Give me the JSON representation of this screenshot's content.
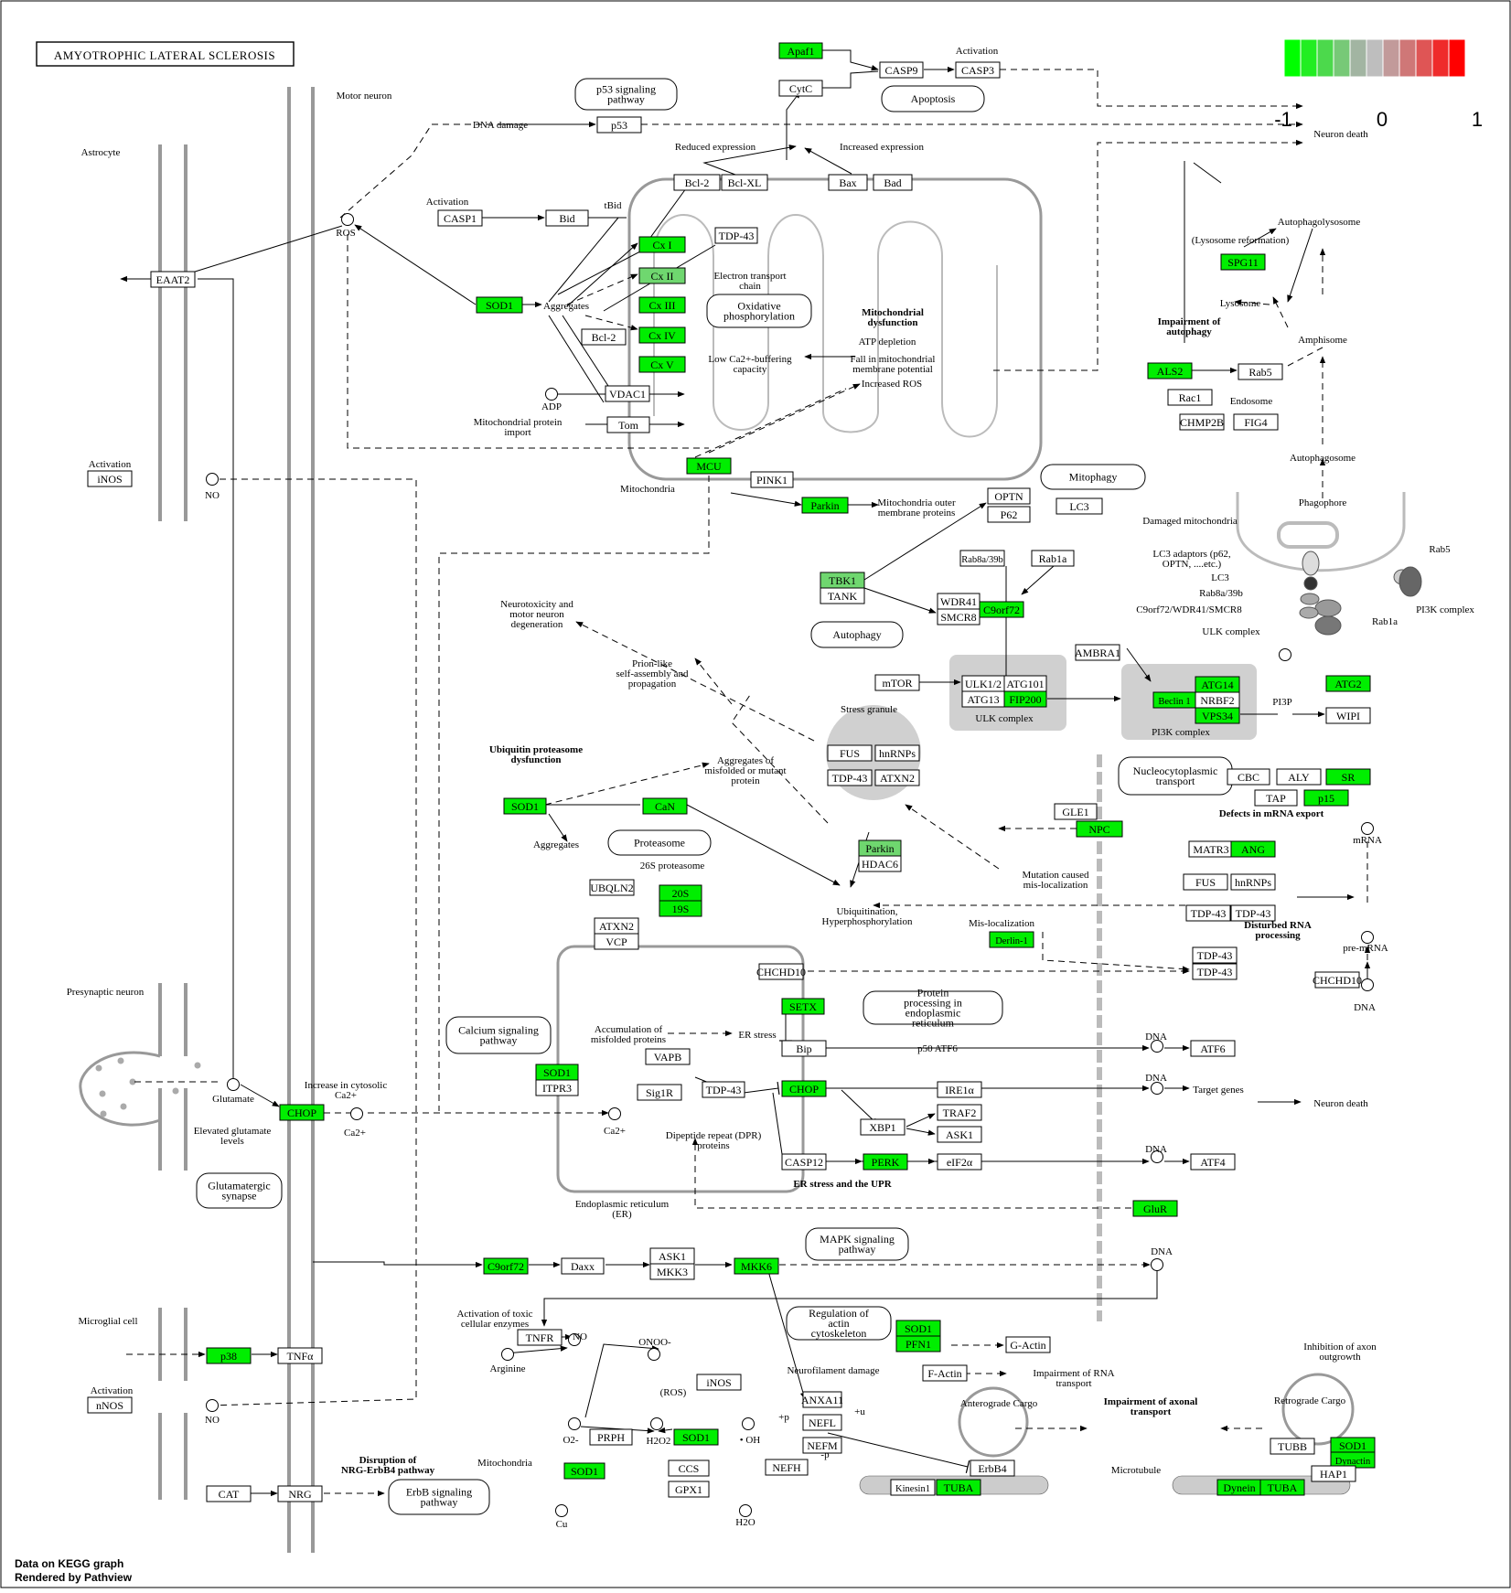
{
  "title": "AMYOTROPHIC LATERAL SCLEROSIS",
  "footer": {
    "line1": "Data on KEGG graph",
    "line2": "Rendered by Pathview"
  },
  "colors": {
    "green": "#00ee00",
    "green_light": "#6fd76f",
    "red": "#ff0000",
    "gray": "#bebebe",
    "box_border": "#000000",
    "membrane": "#999999"
  },
  "legend": {
    "labels": [
      "-1",
      "0",
      "1"
    ],
    "colors": [
      "#00ff00",
      "#22ee22",
      "#4cd94c",
      "#77c977",
      "#a2b5a2",
      "#bebebe",
      "#c29a9a",
      "#cf7777",
      "#df5555",
      "#ef2b2b",
      "#ff0000"
    ]
  },
  "genes": [
    {
      "label": "Apaf1",
      "color": "green"
    },
    {
      "label": "CytC",
      "color": "white"
    },
    {
      "label": "CASP9",
      "color": "white"
    },
    {
      "label": "CASP3",
      "color": "white"
    },
    {
      "label": "p53",
      "color": "white"
    },
    {
      "label": "Bcl-2",
      "color": "white"
    },
    {
      "label": "Bcl-XL",
      "color": "white"
    },
    {
      "label": "Bax",
      "color": "white"
    },
    {
      "label": "Bad",
      "color": "white"
    },
    {
      "label": "CASP1",
      "color": "white"
    },
    {
      "label": "Bid",
      "color": "white"
    },
    {
      "label": "Cx I",
      "color": "green"
    },
    {
      "label": "TDP-43",
      "color": "white"
    },
    {
      "label": "Cx II",
      "color": "light"
    },
    {
      "label": "Cx III",
      "color": "green"
    },
    {
      "label": "Cx IV",
      "color": "green"
    },
    {
      "label": "Cx V",
      "color": "green"
    },
    {
      "label": "EAAT2",
      "color": "white"
    },
    {
      "label": "SOD1",
      "color": "green"
    },
    {
      "label": "Bcl-2",
      "color": "white"
    },
    {
      "label": "VDAC1",
      "color": "white"
    },
    {
      "label": "Tom",
      "color": "white"
    },
    {
      "label": "iNOS",
      "color": "white"
    },
    {
      "label": "MCU",
      "color": "green"
    },
    {
      "label": "PINK1",
      "color": "white"
    },
    {
      "label": "Parkin",
      "color": "green"
    },
    {
      "label": "OPTN",
      "color": "white"
    },
    {
      "label": "P62",
      "color": "white"
    },
    {
      "label": "LC3",
      "color": "white"
    },
    {
      "label": "SPG11",
      "color": "green"
    },
    {
      "label": "ALS2",
      "color": "green"
    },
    {
      "label": "Rab5",
      "color": "white"
    },
    {
      "label": "Rac1",
      "color": "white"
    },
    {
      "label": "CHMP2B",
      "color": "white"
    },
    {
      "label": "FIG4",
      "color": "white"
    },
    {
      "label": "TBK1",
      "color": "light"
    },
    {
      "label": "TANK",
      "color": "white"
    },
    {
      "label": "Rab8a/39b",
      "color": "white"
    },
    {
      "label": "Rab1a",
      "color": "white"
    },
    {
      "label": "WDR41",
      "color": "white"
    },
    {
      "label": "SMCR8",
      "color": "white"
    },
    {
      "label": "C9orf72",
      "color": "green"
    },
    {
      "label": "AMBRA1",
      "color": "white"
    },
    {
      "label": "mTOR",
      "color": "white"
    },
    {
      "label": "ULK1/2",
      "color": "white"
    },
    {
      "label": "ATG101",
      "color": "white"
    },
    {
      "label": "ATG13",
      "color": "white"
    },
    {
      "label": "FIP200",
      "color": "green"
    },
    {
      "label": "ATG14",
      "color": "green"
    },
    {
      "label": "Beclin 1",
      "color": "green"
    },
    {
      "label": "NRBF2",
      "color": "white"
    },
    {
      "label": "VPS34",
      "color": "green"
    },
    {
      "label": "ATG2",
      "color": "green"
    },
    {
      "label": "WIPI",
      "color": "white"
    },
    {
      "label": "FUS",
      "color": "white"
    },
    {
      "label": "hnRNPs",
      "color": "white"
    },
    {
      "label": "TDP-43",
      "color": "white"
    },
    {
      "label": "ATXN2",
      "color": "white"
    },
    {
      "label": "CBC",
      "color": "white"
    },
    {
      "label": "ALY",
      "color": "white"
    },
    {
      "label": "SR",
      "color": "green"
    },
    {
      "label": "TAP",
      "color": "white"
    },
    {
      "label": "p15",
      "color": "green"
    },
    {
      "label": "GLE1",
      "color": "white"
    },
    {
      "label": "NPC",
      "color": "green"
    },
    {
      "label": "SOD1",
      "color": "green"
    },
    {
      "label": "CaN",
      "color": "green"
    },
    {
      "label": "Parkin",
      "color": "light"
    },
    {
      "label": "HDAC6",
      "color": "white"
    },
    {
      "label": "MATR3",
      "color": "white"
    },
    {
      "label": "ANG",
      "color": "green"
    },
    {
      "label": "FUS",
      "color": "white"
    },
    {
      "label": "hnRNPs",
      "color": "white"
    },
    {
      "label": "UBQLN2",
      "color": "white"
    },
    {
      "label": "20S",
      "color": "green"
    },
    {
      "label": "19S",
      "color": "green"
    },
    {
      "label": "TDP-43",
      "color": "white"
    },
    {
      "label": "TDP-43",
      "color": "white"
    },
    {
      "label": "ATXN2",
      "color": "white"
    },
    {
      "label": "VCP",
      "color": "white"
    },
    {
      "label": "Derlin-1",
      "color": "green"
    },
    {
      "label": "TDP-43",
      "color": "white"
    },
    {
      "label": "TDP-43",
      "color": "white"
    },
    {
      "label": "CHCHD10",
      "color": "white"
    },
    {
      "label": "CHCHD10",
      "color": "white"
    },
    {
      "label": "SETX",
      "color": "green"
    },
    {
      "label": "VAPB",
      "color": "white"
    },
    {
      "label": "SOD1",
      "color": "green"
    },
    {
      "label": "ITPR3",
      "color": "white"
    },
    {
      "label": "Sig1R",
      "color": "white"
    },
    {
      "label": "TDP-43",
      "color": "white"
    },
    {
      "label": "Bip",
      "color": "white"
    },
    {
      "label": "ATF6",
      "color": "white"
    },
    {
      "label": "CHOP",
      "color": "green"
    },
    {
      "label": "IRE1α",
      "color": "white"
    },
    {
      "label": "XBP1",
      "color": "white"
    },
    {
      "label": "TRAF2",
      "color": "white"
    },
    {
      "label": "ASK1",
      "color": "white"
    },
    {
      "label": "CASP12",
      "color": "white"
    },
    {
      "label": "PERK",
      "color": "green"
    },
    {
      "label": "eIF2α",
      "color": "white"
    },
    {
      "label": "ATF4",
      "color": "white"
    },
    {
      "label": "CHOP",
      "color": "green"
    },
    {
      "label": "GluR",
      "color": "green"
    },
    {
      "label": "C9orf72",
      "color": "green"
    },
    {
      "label": "Daxx",
      "color": "white"
    },
    {
      "label": "ASK1",
      "color": "white"
    },
    {
      "label": "MKK3",
      "color": "white"
    },
    {
      "label": "MKK6",
      "color": "green"
    },
    {
      "label": "p38",
      "color": "green"
    },
    {
      "label": "TNFα",
      "color": "white"
    },
    {
      "label": "TNFR",
      "color": "white"
    },
    {
      "label": "nNOS",
      "color": "white"
    },
    {
      "label": "iNOS",
      "color": "white"
    },
    {
      "label": "SOD1",
      "color": "green"
    },
    {
      "label": "PFN1",
      "color": "green"
    },
    {
      "label": "G-Actin",
      "color": "white"
    },
    {
      "label": "F-Actin",
      "color": "white"
    },
    {
      "label": "ANXA11",
      "color": "white"
    },
    {
      "label": "NEFL",
      "color": "white"
    },
    {
      "label": "NEFM",
      "color": "white"
    },
    {
      "label": "NEFH",
      "color": "white"
    },
    {
      "label": "PRPH",
      "color": "white"
    },
    {
      "label": "SOD1",
      "color": "green"
    },
    {
      "label": "SOD1",
      "color": "green"
    },
    {
      "label": "CCS",
      "color": "white"
    },
    {
      "label": "GPX1",
      "color": "white"
    },
    {
      "label": "CAT",
      "color": "white"
    },
    {
      "label": "NRG",
      "color": "white"
    },
    {
      "label": "ErbB4",
      "color": "white"
    },
    {
      "label": "Kinesin1",
      "color": "white"
    },
    {
      "label": "TUBA",
      "color": "green"
    },
    {
      "label": "TUBB",
      "color": "white"
    },
    {
      "label": "SOD1",
      "color": "green"
    },
    {
      "label": "Dynactin",
      "color": "green"
    },
    {
      "label": "HAP1",
      "color": "white"
    },
    {
      "label": "Dynein",
      "color": "green"
    },
    {
      "label": "TUBA",
      "color": "green"
    },
    {
      "label": "TUBB",
      "color": "white"
    }
  ],
  "pathway_links": [
    "p53 signaling pathway",
    "Apoptosis",
    "Oxidative phosphorylation",
    "Mitophagy",
    "Autophagy",
    "Nucleocytoplasmic transport",
    "Proteasome",
    "Calcium signaling pathway",
    "Protein processing in endoplasmic reticulum",
    "MAPK signaling pathway",
    "Regulation of actin cytoskeleton",
    "Glutamatergic synapse",
    "ErbB signaling pathway"
  ],
  "labels": [
    "Motor neuron",
    "Astrocyte",
    "Activation",
    "DNA damage",
    "Reduced expression",
    "Increased expression",
    "Activation",
    "tBid",
    "ROS",
    "Electron transport chain",
    "Aggregates",
    "Mitochondrial dysfunction",
    "ATP depletion",
    "Low Ca2+-buffering capacity",
    "Fall in mitochondrial membrane potential",
    "Increased ROS",
    "ADP",
    "Mitochondrial protein import",
    "Neuron death",
    "(Lysosome reformation)",
    "Autophagolysosome",
    "Lysosome",
    "Impairment of autophagy",
    "Amphisome",
    "Endosome",
    "Activation",
    "NO",
    "Mitochondria",
    "Mitochondria outer membrane proteins",
    "Autophagosome",
    "Phagophore",
    "Damaged mitochondria",
    "LC3 adaptors (p62, OPTN, ....etc.)",
    "LC3",
    "Rab8a/39b",
    "C9orf72/WDR41/SMCR8",
    "ULK complex",
    "Rab5",
    "PI3K complex",
    "Rab1a",
    "Neurotoxicity and motor neuron degeneration",
    "Prion-like self-assembly and propagation",
    "Stress granule",
    "ULK complex",
    "PI3K complex",
    "PI3P",
    "Ubiquitin proteasome dysfunction",
    "Aggregates of misfolded or mutant protein",
    "Defects in mRNA export",
    "mRNA",
    "Aggregates",
    "26S proteasome",
    "Mutation caused mis-localization",
    "Ubiquitination, Hyperphosphorylation",
    "Mis-localization",
    "Disturbed RNA processing",
    "pre-mRNA",
    "DNA",
    "Presynaptic neuron",
    "Accumulation of misfolded proteins",
    "ER stress",
    "p50 ATF6",
    "DNA",
    "DNA",
    "Target genes",
    "DNA",
    "Neuron death",
    "Glutamate",
    "Elevated glutamate levels",
    "Increase in cytosolic Ca2+",
    "Ca2+",
    "Ca2+",
    "Dipeptide repeat (DPR) proteins",
    "ER stress and the UPR",
    "Endoplasmic reticulum (ER)",
    "DNA",
    "Microglial cell",
    "Activation of toxic cellular enzymes",
    "NO",
    "ONOO-",
    "Arginine",
    "Activation",
    "NO",
    "Neurofilament damage",
    "(ROS)",
    "O2-",
    "H2O2",
    "• OH",
    "Mitochondria",
    "Cu",
    "H2O",
    "Disruption of NRG-ErbB4 pathway",
    "Inhibition of axon outgrowth",
    "Impairment of RNA transport",
    "Anterograde Cargo",
    "Impairment of axonal transport",
    "Retrograde Cargo",
    "Microtubule",
    "+p",
    "+u",
    "-p"
  ]
}
